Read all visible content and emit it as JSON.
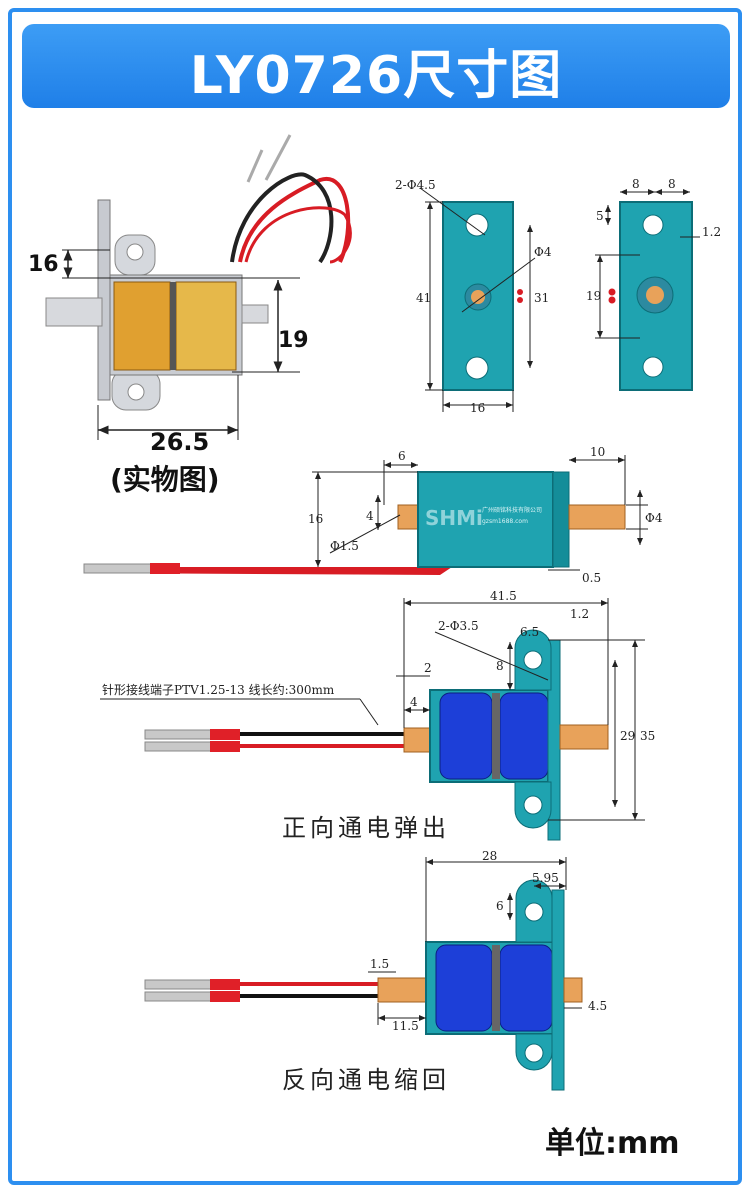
{
  "header": {
    "title": "LY0726尺寸图"
  },
  "photo": {
    "dim_height_small": "16",
    "dim_height_right": "19",
    "dim_width": "26.5",
    "caption": "(实物图)"
  },
  "front_view": {
    "holes": "2-Φ4.5",
    "center_hole": "Φ4",
    "height": "41",
    "inner_height": "31",
    "width": "16"
  },
  "side_view": {
    "dim_top_left": "8",
    "dim_top_right": "8",
    "dim_hole_offset": "5",
    "dim_plate": "1.2",
    "dim_height": "19"
  },
  "top_view": {
    "dim_6": "6",
    "dim_10": "10",
    "dim_16": "16",
    "dim_4": "4",
    "dim_pin": "Φ1.5",
    "dim_shaft": "Φ4",
    "dim_gap": "0.5",
    "brand": "SHMi",
    "company": "广州硕铭科技有限公司",
    "website": "gzsm1688.com"
  },
  "forward": {
    "wire_note": "针形接线端子PTV1.25-13 线长约:300mm",
    "dim_415": "41.5",
    "dim_12": "1.2",
    "dim_holes": "2-Φ3.5",
    "dim_65": "6.5",
    "dim_2": "2",
    "dim_8": "8",
    "dim_4": "4",
    "dim_29": "29",
    "dim_35": "35",
    "caption": "正向通电弹出"
  },
  "reverse": {
    "dim_28": "28",
    "dim_595": "5.95",
    "dim_6": "6",
    "dim_15": "1.5",
    "dim_115": "11.5",
    "dim_45": "4.5",
    "caption": "反向通电缩回"
  },
  "footer": {
    "unit": "单位:mm"
  },
  "colors": {
    "accent": "#2d8ff0",
    "teal": "#1fa3b0",
    "coil": "#1d3fd8",
    "copper": "#e8a25a"
  }
}
